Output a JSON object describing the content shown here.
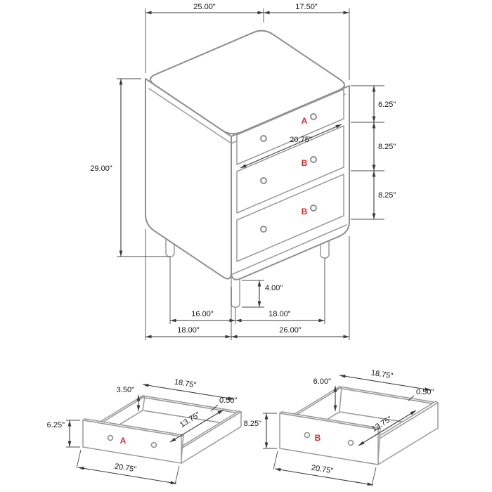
{
  "colors": {
    "label": "#d42a2a",
    "dimension_line": "#3a3a3a",
    "furniture_line": "#8f8f8f"
  },
  "main_view": {
    "dims": {
      "top_width": "25.00\"",
      "top_depth": "17.50\"",
      "overall_height": "29.00\"",
      "drawer_a_front": "6.25\"",
      "drawer_b1_front": "8.25\"",
      "drawer_b2_front": "8.25\"",
      "drawer_width": "20.75\"",
      "leg_height": "4.00\"",
      "leg_span_side": "16.00\"",
      "leg_span_front": "18.00\"",
      "base_depth": "18.00\"",
      "base_width": "26.00\""
    },
    "drawer_labels": {
      "a": "A",
      "b1": "B",
      "b2": "B"
    }
  },
  "drawer_a_detail": {
    "label": "A",
    "dims": {
      "side_height": "3.50\"",
      "inner_width": "18.75\"",
      "wall_thickness": "0.50\"",
      "inner_depth": "13.75\"",
      "front_height": "6.25\"",
      "front_width": "20.75\""
    }
  },
  "drawer_b_detail": {
    "label": "B",
    "dims": {
      "side_height": "6.00\"",
      "inner_width": "18.75\"",
      "wall_thickness": "0.50\"",
      "inner_depth": "13.75\"",
      "front_height": "8.25\"",
      "front_width": "20.75\""
    }
  }
}
